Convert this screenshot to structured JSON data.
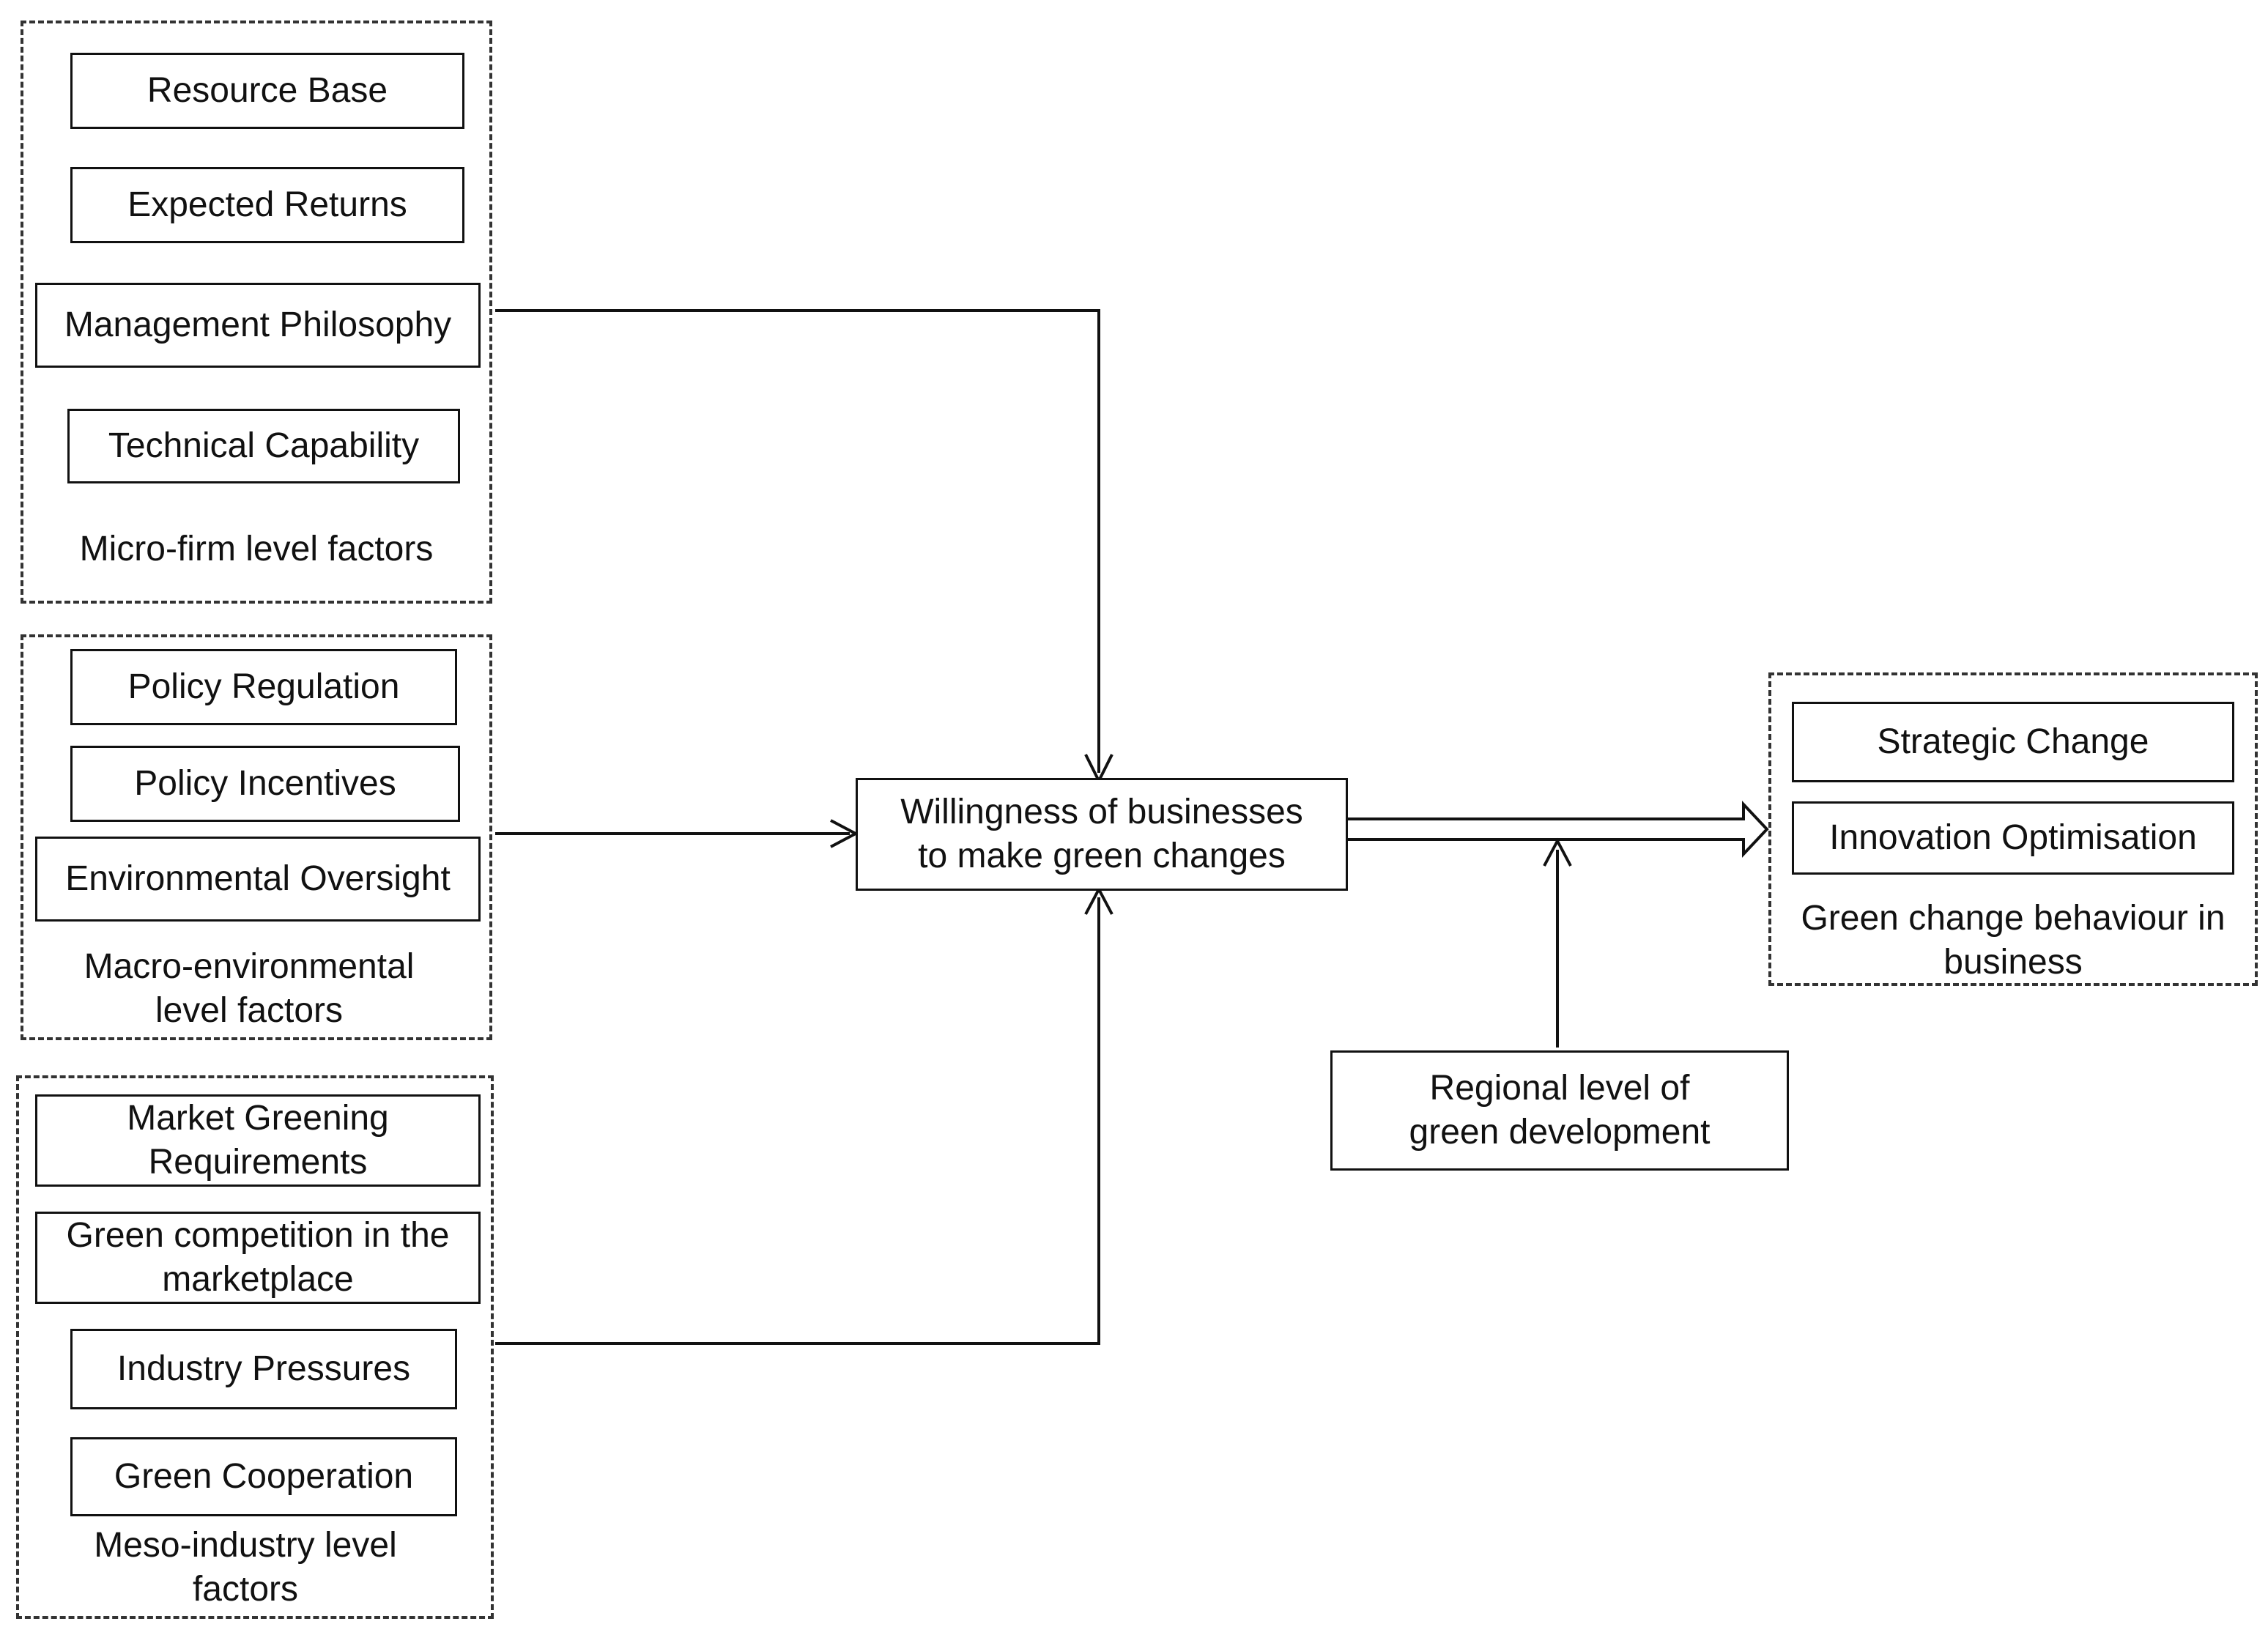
{
  "micro": {
    "items": [
      "Resource Base",
      "Expected Returns",
      "Management Philosophy",
      "Technical Capability"
    ],
    "label": "Micro-firm level factors"
  },
  "macro": {
    "items": [
      "Policy Regulation",
      "Policy Incentives",
      "Environmental Oversight"
    ],
    "label": "Macro-environmental level factors"
  },
  "meso": {
    "items": [
      "Market Greening Requirements",
      "Green competition in the marketplace",
      "Industry Pressures",
      "Green Cooperation"
    ],
    "label": "Meso-industry level factors"
  },
  "center": {
    "label": "Willingness of businesses to make green changes"
  },
  "outcome": {
    "items": [
      "Strategic Change",
      "Innovation Optimisation"
    ],
    "label": "Green change behaviour in business"
  },
  "moderator": {
    "label": "Regional level of green development"
  }
}
